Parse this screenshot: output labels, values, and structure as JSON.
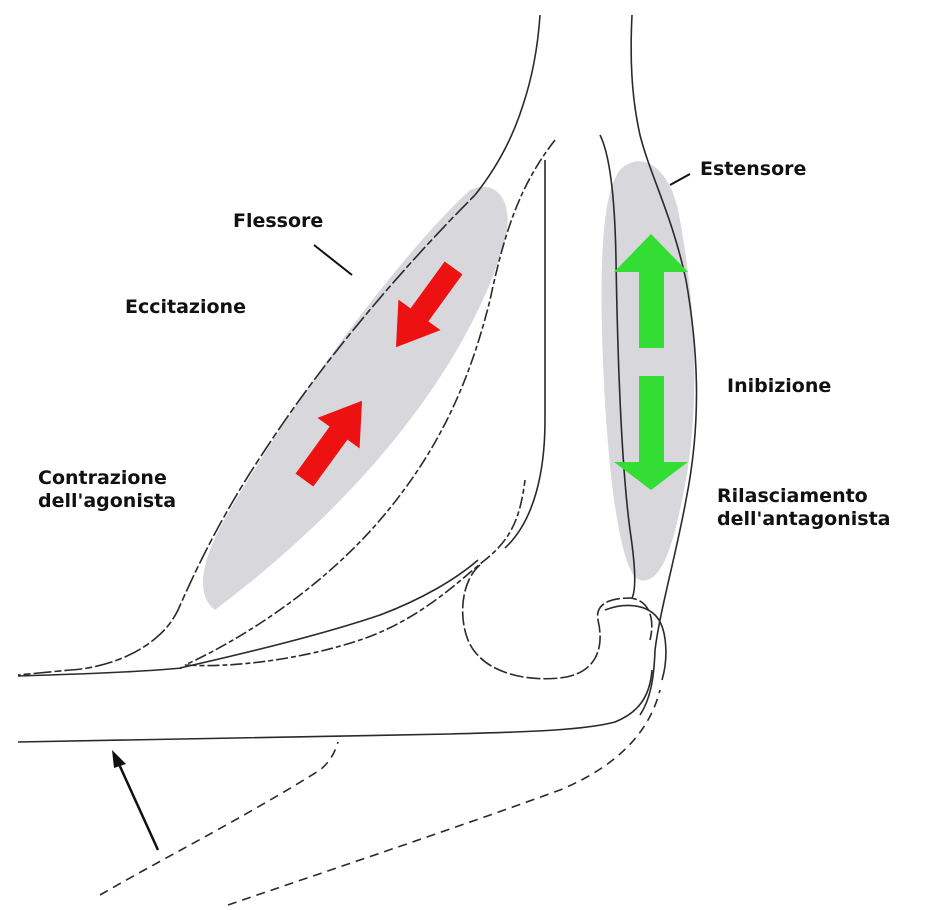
{
  "labels": {
    "flexor": "Flessore",
    "extensor": "Estensore",
    "excitation": "Eccitazione",
    "inhibition": "Inibizione",
    "agonist_contraction": [
      "Contrazione",
      "dell'agonista"
    ],
    "antagonist_relaxation": [
      "Rilasciamento",
      "dell'antagonista"
    ]
  },
  "colors": {
    "outline": "#2a2a2a",
    "muscle_fill": "#d7d7dc",
    "excitation_arrows": "#ee1111",
    "inhibition_arrows": "#33dd33"
  }
}
